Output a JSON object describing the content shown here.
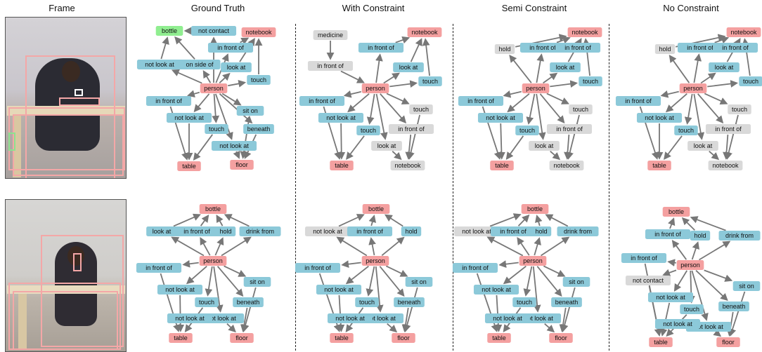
{
  "headers": [
    "Frame",
    "Ground Truth",
    "With Constraint",
    "Semi Constraint",
    "No Constraint"
  ],
  "colors": {
    "object": "#f4a0a0",
    "relation": "#8cc9d9",
    "false_relation": "#d9d9d9",
    "bottle_highlight": "#90ee90",
    "edge": "#777777"
  },
  "graphs": [
    {
      "name": "row1-ground-truth",
      "nodes": [
        {
          "id": "bottle",
          "label": "bottle",
          "type": "highlight"
        },
        {
          "id": "notcontact",
          "label": "not contact",
          "type": "relation"
        },
        {
          "id": "notebook",
          "label": "notebook",
          "type": "object"
        },
        {
          "id": "infront1",
          "label": "in front of",
          "type": "relation"
        },
        {
          "id": "notlook1",
          "label": "not look at",
          "type": "relation"
        },
        {
          "id": "onside",
          "label": "on side of",
          "type": "relation"
        },
        {
          "id": "lookat",
          "label": "look at",
          "type": "relation"
        },
        {
          "id": "person",
          "label": "person",
          "type": "object"
        },
        {
          "id": "touch1",
          "label": "touch",
          "type": "relation"
        },
        {
          "id": "infront2",
          "label": "in front of",
          "type": "relation"
        },
        {
          "id": "sit",
          "label": "sit on",
          "type": "relation"
        },
        {
          "id": "notlook2",
          "label": "not look at",
          "type": "relation"
        },
        {
          "id": "touch2",
          "label": "touch",
          "type": "relation"
        },
        {
          "id": "beneath",
          "label": "beneath",
          "type": "relation"
        },
        {
          "id": "notlook3",
          "label": "not look at",
          "type": "relation"
        },
        {
          "id": "table",
          "label": "table",
          "type": "object"
        },
        {
          "id": "floor",
          "label": "floor",
          "type": "object"
        }
      ]
    },
    {
      "name": "row1-with-constraint",
      "nodes": [
        {
          "id": "medicine",
          "label": "medicine",
          "type": "false"
        },
        {
          "id": "notebook",
          "label": "notebook",
          "type": "object"
        },
        {
          "id": "infront1",
          "label": "in front of",
          "type": "relation"
        },
        {
          "id": "infrontg",
          "label": "in front of",
          "type": "false"
        },
        {
          "id": "lookat",
          "label": "look at",
          "type": "relation"
        },
        {
          "id": "person",
          "label": "person",
          "type": "object"
        },
        {
          "id": "touch1",
          "label": "touch",
          "type": "relation"
        },
        {
          "id": "infront2",
          "label": "in front of",
          "type": "relation"
        },
        {
          "id": "toucha",
          "label": "touch",
          "type": "false"
        },
        {
          "id": "notlook2",
          "label": "not look at",
          "type": "relation"
        },
        {
          "id": "touch2",
          "label": "touch",
          "type": "relation"
        },
        {
          "id": "infront3",
          "label": "in front of",
          "type": "false"
        },
        {
          "id": "lookg",
          "label": "look at",
          "type": "false"
        },
        {
          "id": "table",
          "label": "table",
          "type": "object"
        },
        {
          "id": "notebook2",
          "label": "notebook",
          "type": "false"
        }
      ]
    },
    {
      "name": "row1-semi-constraint",
      "nodes": [
        {
          "id": "notebook",
          "label": "notebook",
          "type": "object"
        },
        {
          "id": "hold",
          "label": "hold",
          "type": "false"
        },
        {
          "id": "infront1",
          "label": "in front of",
          "type": "relation"
        },
        {
          "id": "infront1b",
          "label": "in front of",
          "type": "relation"
        },
        {
          "id": "lookat",
          "label": "look at",
          "type": "relation"
        },
        {
          "id": "person",
          "label": "person",
          "type": "object"
        },
        {
          "id": "touch1",
          "label": "touch",
          "type": "relation"
        },
        {
          "id": "infront2",
          "label": "in front of",
          "type": "relation"
        },
        {
          "id": "toucha",
          "label": "touch",
          "type": "false"
        },
        {
          "id": "notlook2",
          "label": "not look at",
          "type": "relation"
        },
        {
          "id": "touch2",
          "label": "touch",
          "type": "relation"
        },
        {
          "id": "infront3",
          "label": "in front of",
          "type": "false"
        },
        {
          "id": "lookg",
          "label": "look at",
          "type": "false"
        },
        {
          "id": "table",
          "label": "table",
          "type": "object"
        },
        {
          "id": "notebook2",
          "label": "notebook",
          "type": "false"
        }
      ]
    },
    {
      "name": "row1-no-constraint",
      "nodes": [
        {
          "id": "notebook",
          "label": "notebook",
          "type": "object"
        },
        {
          "id": "hold",
          "label": "hold",
          "type": "false"
        },
        {
          "id": "infront1",
          "label": "in front of",
          "type": "relation"
        },
        {
          "id": "infront1b",
          "label": "in front of",
          "type": "relation"
        },
        {
          "id": "lookat",
          "label": "look at",
          "type": "relation"
        },
        {
          "id": "person",
          "label": "person",
          "type": "object"
        },
        {
          "id": "touch1",
          "label": "touch",
          "type": "relation"
        },
        {
          "id": "infront2",
          "label": "in front of",
          "type": "relation"
        },
        {
          "id": "toucha",
          "label": "touch",
          "type": "false"
        },
        {
          "id": "notlook2",
          "label": "not look at",
          "type": "relation"
        },
        {
          "id": "touch2",
          "label": "touch",
          "type": "relation"
        },
        {
          "id": "infront3",
          "label": "in front of",
          "type": "false"
        },
        {
          "id": "lookg",
          "label": "look at",
          "type": "false"
        },
        {
          "id": "table",
          "label": "table",
          "type": "object"
        },
        {
          "id": "notebook2",
          "label": "notebook",
          "type": "false"
        }
      ]
    },
    {
      "name": "row2-ground-truth",
      "nodes": [
        {
          "id": "bottle",
          "label": "bottle",
          "type": "object"
        },
        {
          "id": "lookat",
          "label": "look at",
          "type": "relation"
        },
        {
          "id": "infront1",
          "label": "in front of",
          "type": "relation"
        },
        {
          "id": "hold",
          "label": "hold",
          "type": "relation"
        },
        {
          "id": "drink",
          "label": "drink from",
          "type": "relation"
        },
        {
          "id": "infront2",
          "label": "in front of",
          "type": "relation"
        },
        {
          "id": "person",
          "label": "person",
          "type": "object"
        },
        {
          "id": "sit",
          "label": "sit on",
          "type": "relation"
        },
        {
          "id": "notlook1",
          "label": "not look at",
          "type": "relation"
        },
        {
          "id": "touch",
          "label": "touch",
          "type": "relation"
        },
        {
          "id": "beneath",
          "label": "beneath",
          "type": "relation"
        },
        {
          "id": "notlook2",
          "label": "not look at",
          "type": "relation"
        },
        {
          "id": "notlook3",
          "label": "not look at",
          "type": "relation"
        },
        {
          "id": "table",
          "label": "table",
          "type": "object"
        },
        {
          "id": "floor",
          "label": "floor",
          "type": "object"
        }
      ]
    },
    {
      "name": "row2-with-constraint",
      "nodes": [
        {
          "id": "bottle",
          "label": "bottle",
          "type": "object"
        },
        {
          "id": "notlookg",
          "label": "not look at",
          "type": "false"
        },
        {
          "id": "infront1",
          "label": "in front of",
          "type": "relation"
        },
        {
          "id": "hold",
          "label": "hold",
          "type": "relation"
        },
        {
          "id": "infront2",
          "label": "in front of",
          "type": "relation"
        },
        {
          "id": "person",
          "label": "person",
          "type": "object"
        },
        {
          "id": "sit",
          "label": "sit on",
          "type": "relation"
        },
        {
          "id": "notlook1",
          "label": "not look at",
          "type": "relation"
        },
        {
          "id": "touch",
          "label": "touch",
          "type": "relation"
        },
        {
          "id": "beneath",
          "label": "beneath",
          "type": "relation"
        },
        {
          "id": "notlook2",
          "label": "not look at",
          "type": "relation"
        },
        {
          "id": "notlook3",
          "label": "not look at",
          "type": "relation"
        },
        {
          "id": "table",
          "label": "table",
          "type": "object"
        },
        {
          "id": "floor",
          "label": "floor",
          "type": "object"
        }
      ]
    },
    {
      "name": "row2-semi-constraint",
      "nodes": [
        {
          "id": "bottle",
          "label": "bottle",
          "type": "object"
        },
        {
          "id": "notlookg",
          "label": "not look at",
          "type": "false"
        },
        {
          "id": "infront1",
          "label": "in front of",
          "type": "relation"
        },
        {
          "id": "hold",
          "label": "hold",
          "type": "relation"
        },
        {
          "id": "drink",
          "label": "drink from",
          "type": "relation"
        },
        {
          "id": "infront2",
          "label": "in front of",
          "type": "relation"
        },
        {
          "id": "person",
          "label": "person",
          "type": "object"
        },
        {
          "id": "sit",
          "label": "sit on",
          "type": "relation"
        },
        {
          "id": "notlook1",
          "label": "not look at",
          "type": "relation"
        },
        {
          "id": "touch",
          "label": "touch",
          "type": "relation"
        },
        {
          "id": "beneath",
          "label": "beneath",
          "type": "relation"
        },
        {
          "id": "notlook2",
          "label": "not look at",
          "type": "relation"
        },
        {
          "id": "notlook3",
          "label": "not look at",
          "type": "relation"
        },
        {
          "id": "table",
          "label": "table",
          "type": "object"
        },
        {
          "id": "floor",
          "label": "floor",
          "type": "object"
        }
      ]
    },
    {
      "name": "row2-no-constraint",
      "nodes": [
        {
          "id": "bottle",
          "label": "bottle",
          "type": "object"
        },
        {
          "id": "infront1",
          "label": "in front of",
          "type": "relation"
        },
        {
          "id": "hold",
          "label": "hold",
          "type": "relation"
        },
        {
          "id": "drink",
          "label": "drink from",
          "type": "relation"
        },
        {
          "id": "infront2",
          "label": "in front of",
          "type": "relation"
        },
        {
          "id": "person",
          "label": "person",
          "type": "object"
        },
        {
          "id": "notcontact",
          "label": "not contact",
          "type": "false"
        },
        {
          "id": "sit",
          "label": "sit on",
          "type": "relation"
        },
        {
          "id": "notlook1",
          "label": "not look at",
          "type": "relation"
        },
        {
          "id": "touch",
          "label": "touch",
          "type": "relation"
        },
        {
          "id": "beneath",
          "label": "beneath",
          "type": "relation"
        },
        {
          "id": "notlook2",
          "label": "not look at",
          "type": "relation"
        },
        {
          "id": "notlook3",
          "label": "not look at",
          "type": "relation"
        },
        {
          "id": "table",
          "label": "table",
          "type": "object"
        },
        {
          "id": "floor",
          "label": "floor",
          "type": "object"
        }
      ]
    }
  ]
}
